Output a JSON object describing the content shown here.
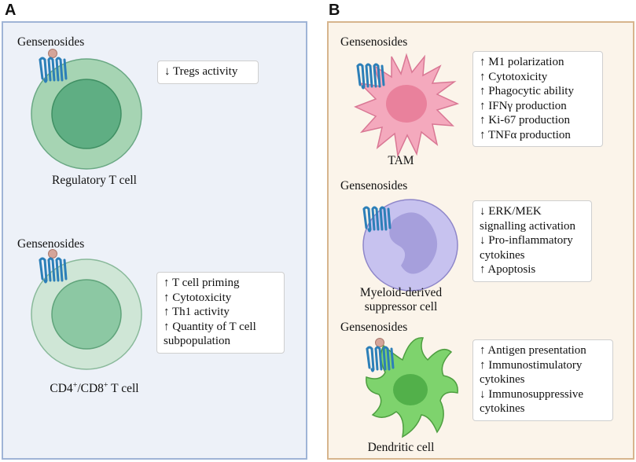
{
  "panels": {
    "a": {
      "letter": "A",
      "cells": [
        {
          "agent_label": "Gensenosides",
          "cell_name": "Regulatory T cell",
          "effects": [
            "↓ Tregs activity"
          ]
        },
        {
          "agent_label": "Gensenosides",
          "cell_name_main": "CD4",
          "cell_name_sup1": "+",
          "cell_name_mid": "/CD8",
          "cell_name_sup2": "+",
          "cell_name_end": " T cell",
          "effects": [
            "↑ T cell priming",
            "↑ Cytotoxicity",
            "↑ Th1 activity",
            "↑ Quantity of T cell",
            "subpopulation"
          ]
        }
      ]
    },
    "b": {
      "letter": "B",
      "cells": [
        {
          "agent_label": "Gensenosides",
          "cell_name": "TAM",
          "effects": [
            "↑ M1 polarization",
            "↑ Cytotoxicity",
            "↑ Phagocytic ability",
            "↑ IFNγ production",
            "↑ Ki-67 production",
            "↑ TNFα production"
          ]
        },
        {
          "agent_label": "Gensenosides",
          "cell_name_lines": [
            "Myeloid-derived",
            "suppressor cell"
          ],
          "effects": [
            "↓ ERK/MEK",
            "signalling activation",
            "↓ Pro-inflammatory",
            "cytokines",
            "↑ Apoptosis"
          ]
        },
        {
          "agent_label": "Gensenosides",
          "cell_name": "Dendritic cell",
          "effects": [
            "↑ Antigen presentation",
            "↑ Immunostimulatory",
            "cytokines",
            "↓ Immunosuppressive",
            "cytokines"
          ]
        }
      ]
    }
  },
  "colors": {
    "panel_a_bg": "#edf1f8",
    "panel_a_border": "#9fb4d6",
    "panel_b_bg": "#fbf4ea",
    "panel_b_border": "#d7b58d",
    "treg_outer": "#a6d4b3",
    "treg_nucleus": "#5fae83",
    "tcell_outer": "#cfe6d6",
    "tcell_nucleus": "#8cc8a3",
    "tam_body": "#f4a9bd",
    "tam_nucleus": "#e9819c",
    "mdsc_body": "#c7c2ef",
    "mdsc_nucleus": "#a69fdc",
    "dc_body": "#7ed36d",
    "dc_nucleus": "#52b04a",
    "receptor": "#2c7fb8",
    "ligand": "#d4a59a"
  },
  "icons": [
    "receptor-icon",
    "ligand-icon"
  ]
}
